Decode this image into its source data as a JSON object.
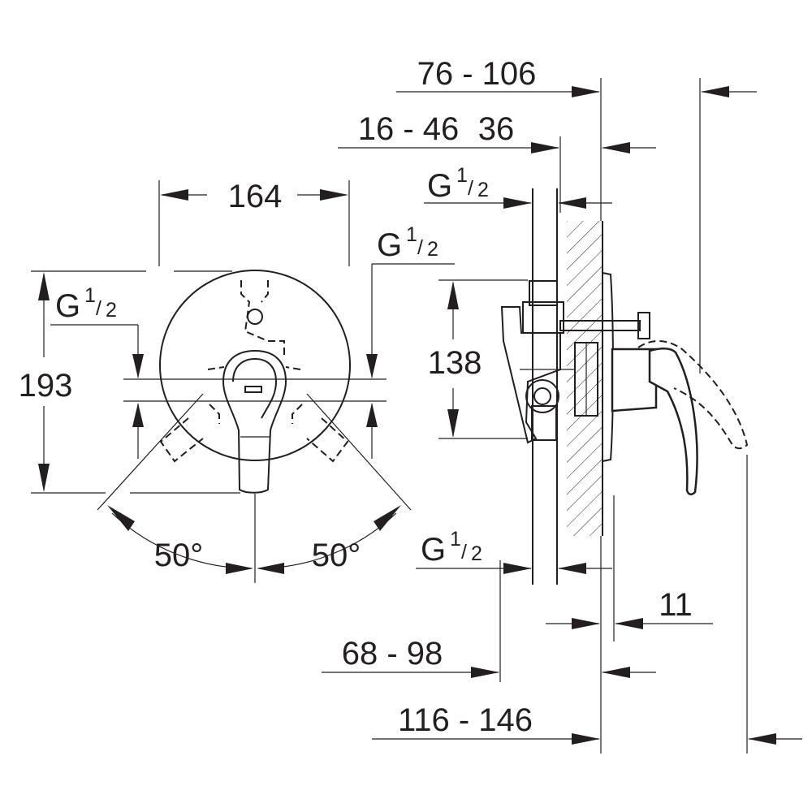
{
  "dimensions": {
    "width_164": "164",
    "height_193": "193",
    "height_138": "138",
    "depth_76_106": "76 - 106",
    "depth_16_46": "16 - 46",
    "depth_36": "36",
    "depth_11": "11",
    "depth_68_98": "68 - 98",
    "depth_116_146": "116 - 146",
    "angle_left": "50°",
    "angle_right": "50°"
  },
  "thread": {
    "letter": "G",
    "fraction_num": "1",
    "fraction_slash": "/",
    "fraction_den": "2"
  }
}
